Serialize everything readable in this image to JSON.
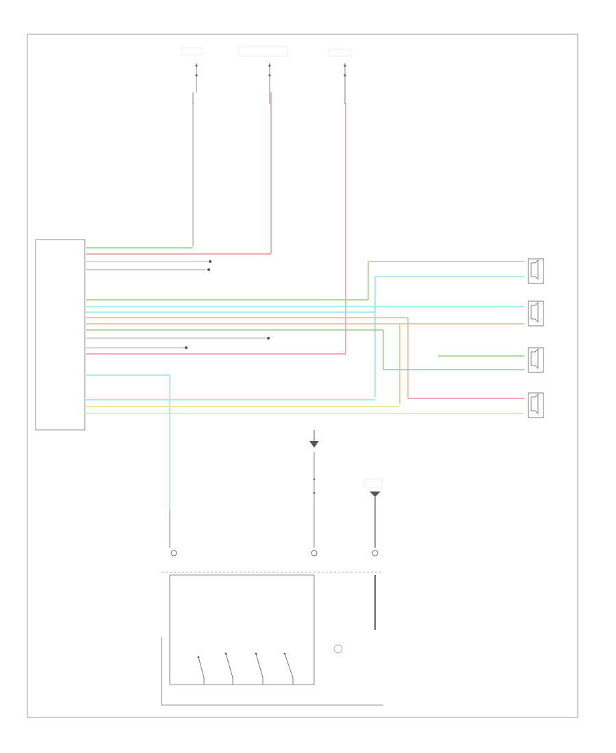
{
  "diagram": {
    "figure_code": "",
    "radio_label": "",
    "colors": {
      "frame": "#9a9a9a",
      "black": "#555555",
      "red": "#f08a9a",
      "cyan": "#8fe2ea",
      "green": "#9ccc7a",
      "orange": "#f3b27a",
      "yellow": "#eedc8a",
      "gray": "#b0b0b0"
    },
    "icons": [
      "ground-symbol",
      "fuse-symbol",
      "speaker-symbol",
      "switch-symbol",
      "connector-symbol"
    ]
  }
}
